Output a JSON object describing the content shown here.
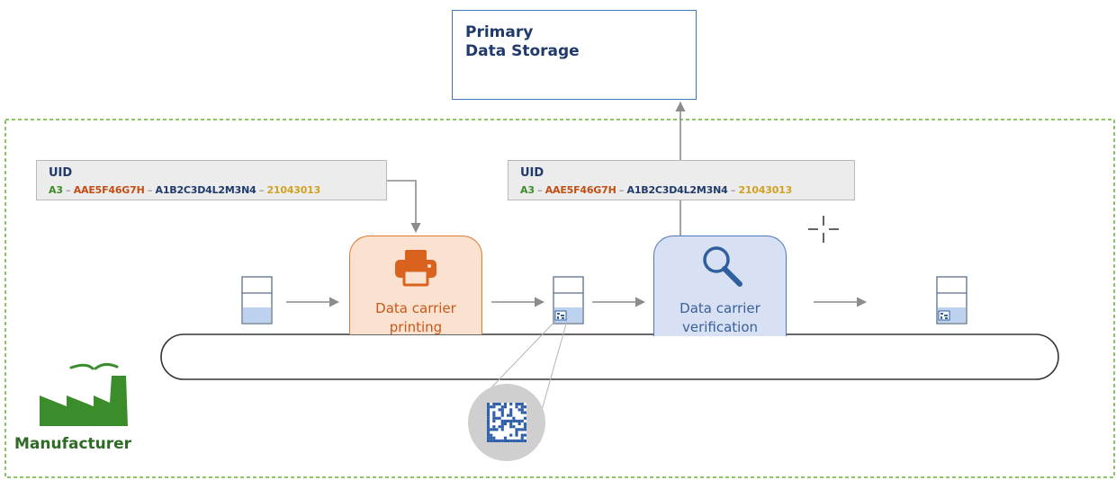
{
  "storage": {
    "title": "Primary\nData Storage"
  },
  "uid_boxes": [
    {
      "label": "UID",
      "parts": [
        "A3",
        "AAE5F46G7H",
        "A1B2C3D4L2M3N4",
        "21043013"
      ],
      "separator": " – "
    },
    {
      "label": "UID",
      "parts": [
        "A3",
        "AAE5F46G7H",
        "A1B2C3D4L2M3N4",
        "21043013"
      ],
      "separator": " – "
    }
  ],
  "stations": {
    "printing": {
      "label": "Data carrier\nprinting",
      "icon": "printer-icon",
      "color": "#e27a33"
    },
    "verification": {
      "label": "Data carrier\nverification",
      "icon": "magnifier-icon",
      "color": "#4f79bf"
    }
  },
  "manufacturer": {
    "label": "Manufacturer",
    "icon": "factory-icon",
    "color": "#3a8d2a"
  },
  "colors": {
    "region_border": "#8cc665",
    "arrow": "#8c8c8c",
    "conveyor": "#333333",
    "product_fill": "#bcd2ee",
    "storage_border": "#3f76b5"
  }
}
